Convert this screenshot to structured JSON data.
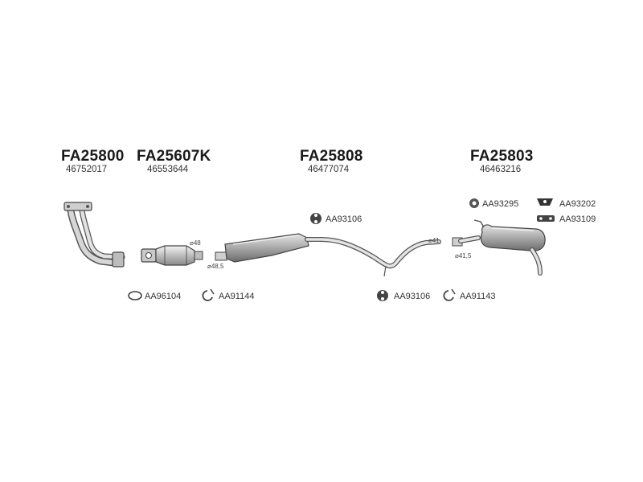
{
  "parts": [
    {
      "code": "FA25800",
      "oe": "46752017"
    },
    {
      "code": "FA25607K",
      "oe": "46553644"
    },
    {
      "code": "FA25808",
      "oe": "46477074"
    },
    {
      "code": "FA25803",
      "oe": "46463216"
    }
  ],
  "accessories": {
    "ring_1": "AA96104",
    "clamp_1": "AA91144",
    "hanger_top": "AA93106",
    "hanger_bottom": "AA93106",
    "clamp_2": "AA91143",
    "rubber_1": "AA93295",
    "bracket_1": "AA93202",
    "bracket_2": "AA93109"
  },
  "dimensions": {
    "cat_in": "⌀48",
    "cat_out": "⌀48,5",
    "mid_out": "⌀41",
    "rear_in": "⌀41,5"
  }
}
